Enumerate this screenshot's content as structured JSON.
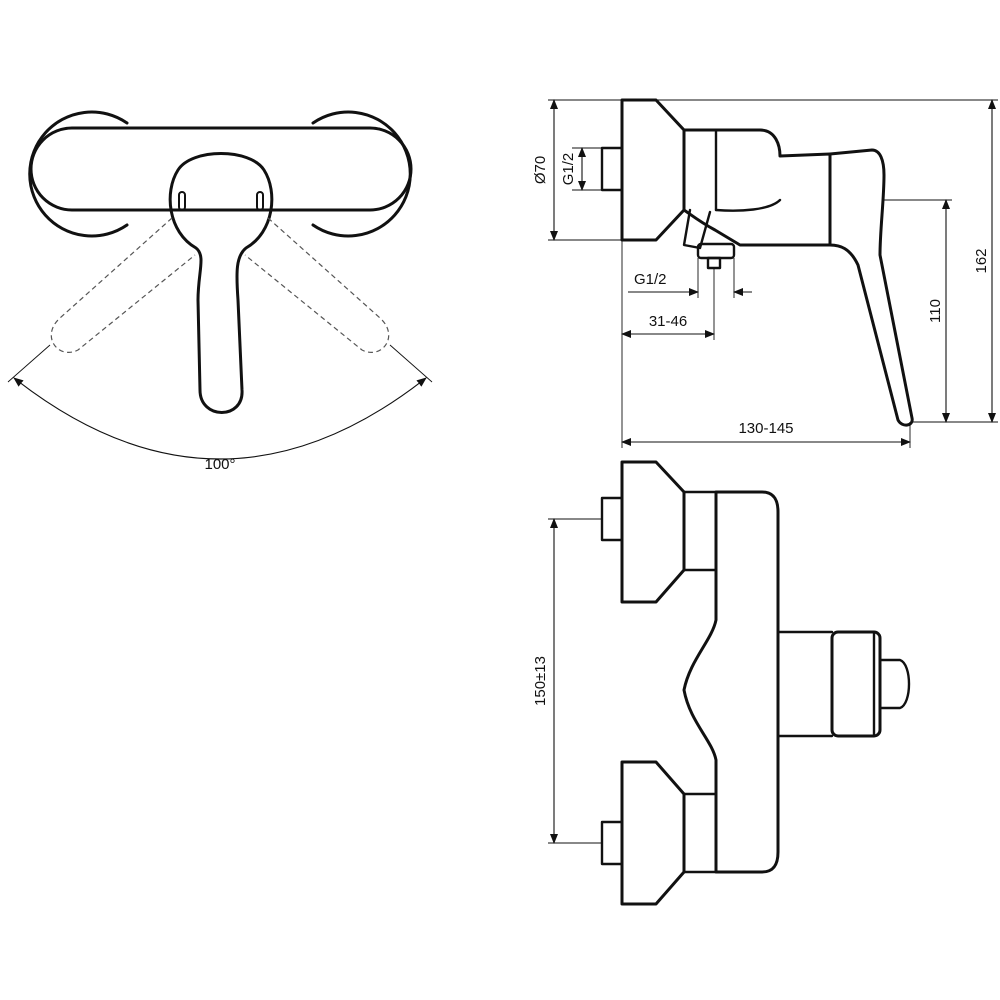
{
  "dimensions": {
    "swing_angle": "100°",
    "rosette_diameter": "Ø70",
    "inlet_thread_side": "G1/2",
    "outlet_thread": "G1/2",
    "outlet_offset_range": "31-46",
    "projection_range": "130-145",
    "lever_height": "110",
    "overall_height": "162",
    "inlet_centers": "150±13"
  }
}
